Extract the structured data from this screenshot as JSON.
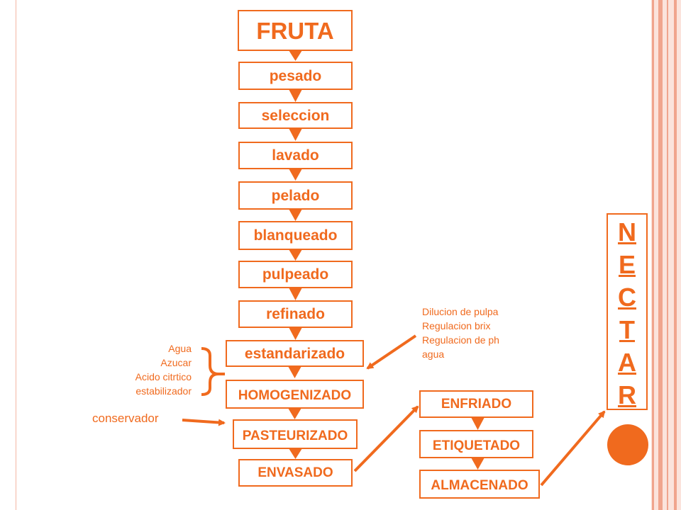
{
  "flow": {
    "fruta": "FRUTA",
    "pesado": "pesado",
    "seleccion": "seleccion",
    "lavado": "lavado",
    "pelado": "pelado",
    "blanqueado": "blanqueado",
    "pulpeado": "pulpeado",
    "refinado": "refinado",
    "estandarizado": "estandarizado",
    "homogenizado": "HOMOGENIZADO",
    "pasteurizado": "PASTEURIZADO",
    "envasado": "ENVASADO",
    "enfriado": "ENFRIADO",
    "etiquetado": "ETIQUETADO",
    "almacenado": "ALMACENADO"
  },
  "notes": {
    "additives": [
      "Agua",
      "Azucar",
      "Acido citrtico",
      "estabilizador"
    ],
    "conservador": "conservador",
    "standardization": [
      "Dilucion de pulpa",
      "Regulacion brix",
      "Regulacion de ph",
      "agua"
    ]
  },
  "product": {
    "letters": [
      "N",
      "E",
      "C",
      "T",
      "A",
      "R"
    ]
  },
  "colors": {
    "accent": "#f06a1e",
    "stripe": "#f0a48d",
    "band": "#fbe3dc"
  }
}
